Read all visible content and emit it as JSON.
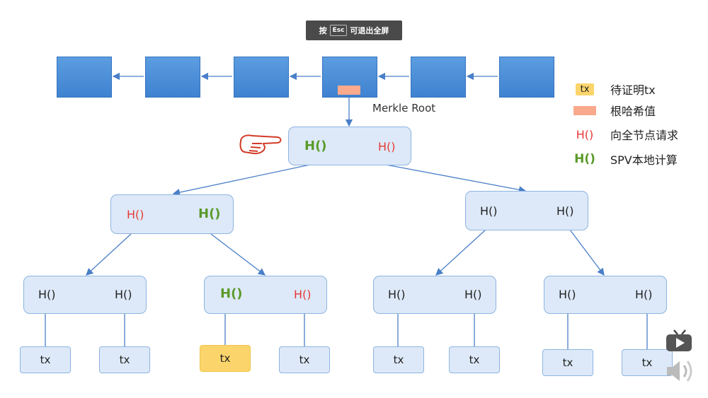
{
  "toast": {
    "prefix": "按",
    "key": "Esc",
    "suffix": "可退出全屏"
  },
  "blockchain": {
    "root_label": "Merkle Root"
  },
  "tree": {
    "root": {
      "left": "H()",
      "right": "H()"
    },
    "level1_left": {
      "left": "H()",
      "right": "H()"
    },
    "level1_right": {
      "left": "H()",
      "right": "H()"
    },
    "level2": [
      {
        "left": "H()",
        "right": "H()"
      },
      {
        "left": "H()",
        "right": "H()"
      },
      {
        "left": "H()",
        "right": "H()"
      },
      {
        "left": "H()",
        "right": "H()"
      }
    ],
    "leaves": [
      "tx",
      "tx",
      "tx",
      "tx",
      "tx",
      "tx",
      "tx",
      "tx"
    ]
  },
  "legend": {
    "tx_swatch": "tx",
    "tx_text": "待证明tx",
    "root_text": "根哈希值",
    "red_swatch": "H()",
    "red_text": "向全节点请求",
    "green_swatch": "H()",
    "green_text": "SPV本地计算"
  },
  "colors": {
    "request": "#e53935",
    "local": "#5a9a2a",
    "highlight_tx": "#fbd56b",
    "root_hash": "#f9a98c",
    "block": "#4a8fdc"
  },
  "icons": {
    "pointer": "pointing-hand-icon",
    "play": "tv-play-icon",
    "speaker": "speaker-icon"
  }
}
